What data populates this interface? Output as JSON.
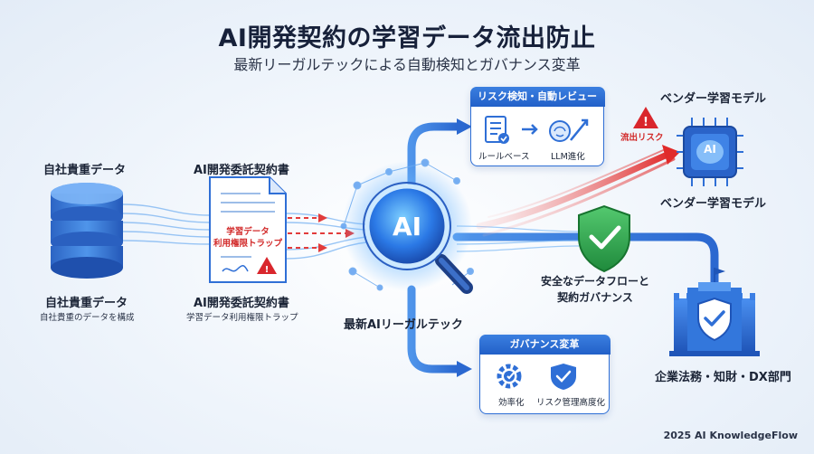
{
  "header": {
    "title": "AI開発契約の学習データ流出防止",
    "subtitle": "最新リーガルテックによる自動検知とガバナンス変革"
  },
  "left": {
    "data_label": "自社貴重データ",
    "data_caption_title": "自社貴重データ",
    "data_caption_sub": "自社貴重のデータを構成",
    "contract_label": "AI開発委託契約書",
    "contract_trap": "学習データ\n利用権限トラップ",
    "contract_caption_title": "AI開発委託契約書",
    "contract_caption_sub": "学習データ利用権限トラップ"
  },
  "center": {
    "ai_text": "AI",
    "caption": "最新AIリーガルテック"
  },
  "risk_card": {
    "title": "リスク検知・自動レビュー",
    "left_caption": "ルールベース",
    "right_caption": "LLM進化"
  },
  "governance_card": {
    "title": "ガバナンス変革",
    "left_caption": "効率化",
    "right_caption": "リスク管理高度化"
  },
  "vendor": {
    "label_top": "ベンダー学習モデル",
    "chip_text": "AI",
    "label_bottom": "ベンダー学習モデル",
    "leak_label": "流出リスク"
  },
  "shield": {
    "caption": "安全なデータフローと\n契約ガバナンス"
  },
  "enterprise": {
    "caption": "企業法務・知財・DX部門"
  },
  "footer": "2025 AI KnowledgeFlow",
  "colors": {
    "primary_blue": "#2f6fd6",
    "dark_blue": "#1d4fa8",
    "leak_red": "#e23b3b",
    "shield_green": "#2fa84f",
    "warning_red": "#d9262c"
  }
}
